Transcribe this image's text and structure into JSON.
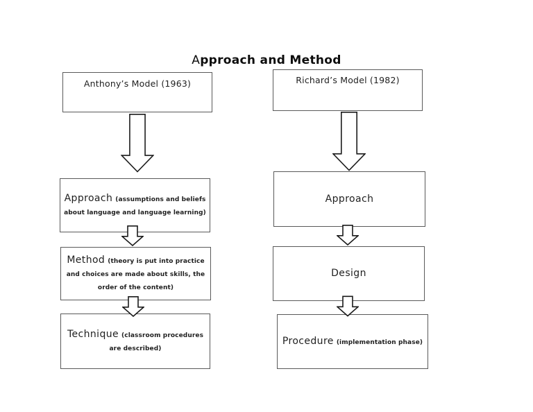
{
  "title": {
    "prefix": "A",
    "rest": "pproach and Method"
  },
  "left_column": {
    "header": "Anthony’s Model (1963)",
    "boxes": [
      {
        "main": "Approach",
        "detail": "(assumptions and beliefs about language and language learning)"
      },
      {
        "main": "Method",
        "detail": "(theory is put into practice and choices are made about skills, the order of the content)"
      },
      {
        "main": "Technique",
        "detail": "(classroom procedures are described)"
      }
    ]
  },
  "right_column": {
    "header": "Richard’s Model (1982)",
    "boxes": [
      {
        "main": "Approach",
        "detail": ""
      },
      {
        "main": "Design",
        "detail": ""
      },
      {
        "main": "Procedure",
        "detail": "(implementation phase)"
      }
    ]
  },
  "colors": {
    "background": "#ffffff",
    "box_border": "#595959",
    "arrow_outline": "#1a1a1a",
    "text": "#1f1f1f"
  }
}
